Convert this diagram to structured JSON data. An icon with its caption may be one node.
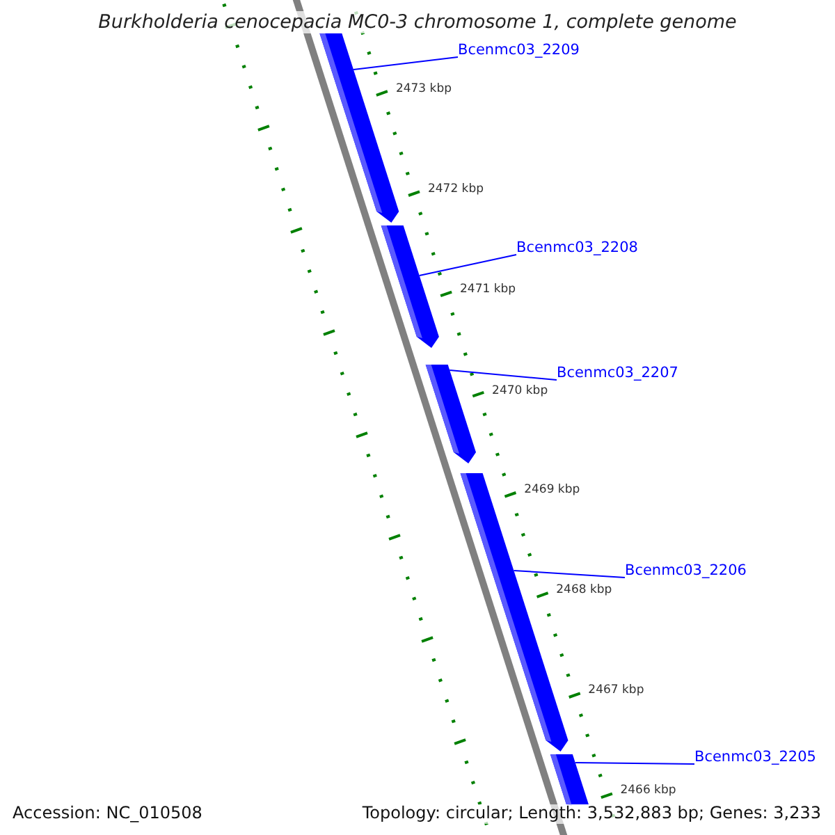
{
  "diagram": {
    "title": "Burkholderia cenocepacia MC0-3 chromosome 1, complete genome",
    "nodes": [
      {
        "text": [],
        "shape": "arrow"
      },
      {
        "text": [],
        "shape": "arrow"
      },
      {
        "text": [],
        "shape": "arrow"
      },
      {
        "text": [],
        "shape": "arrow"
      },
      {
        "text": [],
        "shape": "arrow"
      },
      {
        "text": [
          "Bcenmc03_2209"
        ]
      },
      {
        "text": [
          "Bcenmc03_2208"
        ]
      },
      {
        "text": [
          "Bcenmc03_2207"
        ]
      },
      {
        "text": [
          "Bcenmc03_2206"
        ]
      },
      {
        "text": [
          "Bcenmc03_2205"
        ]
      }
    ],
    "edges": [
      {
        "from": 5,
        "to": 0,
        "arrow": "none"
      },
      {
        "from": 6,
        "to": 1,
        "arrow": "none"
      },
      {
        "from": 7,
        "to": 2,
        "arrow": "none"
      },
      {
        "from": 8,
        "to": 3,
        "arrow": "none"
      },
      {
        "from": 9,
        "to": 4,
        "arrow": "none"
      }
    ],
    "labels": [
      "2473 kbp",
      "2472 kbp",
      "2471 kbp",
      "2470 kbp",
      "2469 kbp",
      "2468 kbp",
      "2467 kbp",
      "2466 kbp",
      "Accession: NC_010508",
      "Topology: circular; Length: 3,532,883 bp; Genes: 3,233"
    ]
  }
}
